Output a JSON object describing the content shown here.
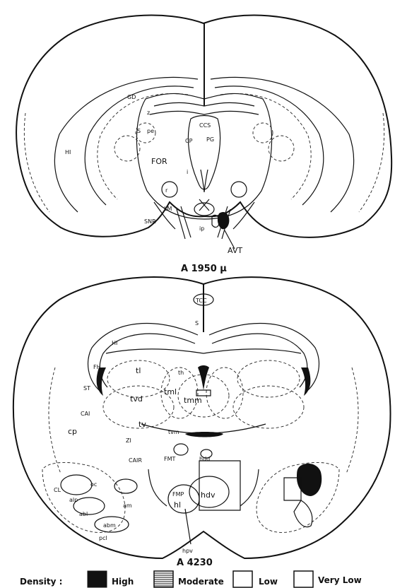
{
  "sections": [
    {
      "id": "upper",
      "title": "A 1950 μ",
      "labels": {
        "GD": "GD",
        "HI": "HI",
        "S": "S",
        "pe": "pe",
        "z": "z",
        "CCS": "CCS",
        "CP": "CP",
        "PG": "PG",
        "FOR": "FOR",
        "i": "i",
        "r": "r",
        "LM": "LM",
        "SNR": "SNR",
        "ip": "ip",
        "AVT": "AVT"
      }
    },
    {
      "id": "lower",
      "title": "A 4230",
      "labels": {
        "TCC": "TCC",
        "S": "S",
        "HI": "HI",
        "FH": "FH",
        "ST": "ST",
        "tl": "tl",
        "th": "th",
        "tvd": "tvd",
        "tml": "tml",
        "tmm": "tmm",
        "CAI": "CAI",
        "tv": "tv",
        "cp": "cp",
        "ZI": "ZI",
        "tvm": "tvm",
        "CAIR": "CAIR",
        "FMT": "FMT",
        "hdd": "hdd",
        "CL": "CL",
        "oc": "oc",
        "alp": "alp",
        "abl": "abl",
        "abm": "abm",
        "am": "am",
        "pcl": "pcl",
        "FMP": "FMP",
        "hl": "hl",
        "hdv": "hdv",
        "hpv": "hpv"
      }
    }
  ],
  "legend": {
    "title": "Density :",
    "items": [
      {
        "label": "High",
        "fill": "#111111"
      },
      {
        "label": "Moderate",
        "fill": "hatched"
      },
      {
        "label": "Low",
        "fill": "#ffffff"
      },
      {
        "label": "Very Low",
        "fill": "#ffffff"
      }
    ]
  }
}
